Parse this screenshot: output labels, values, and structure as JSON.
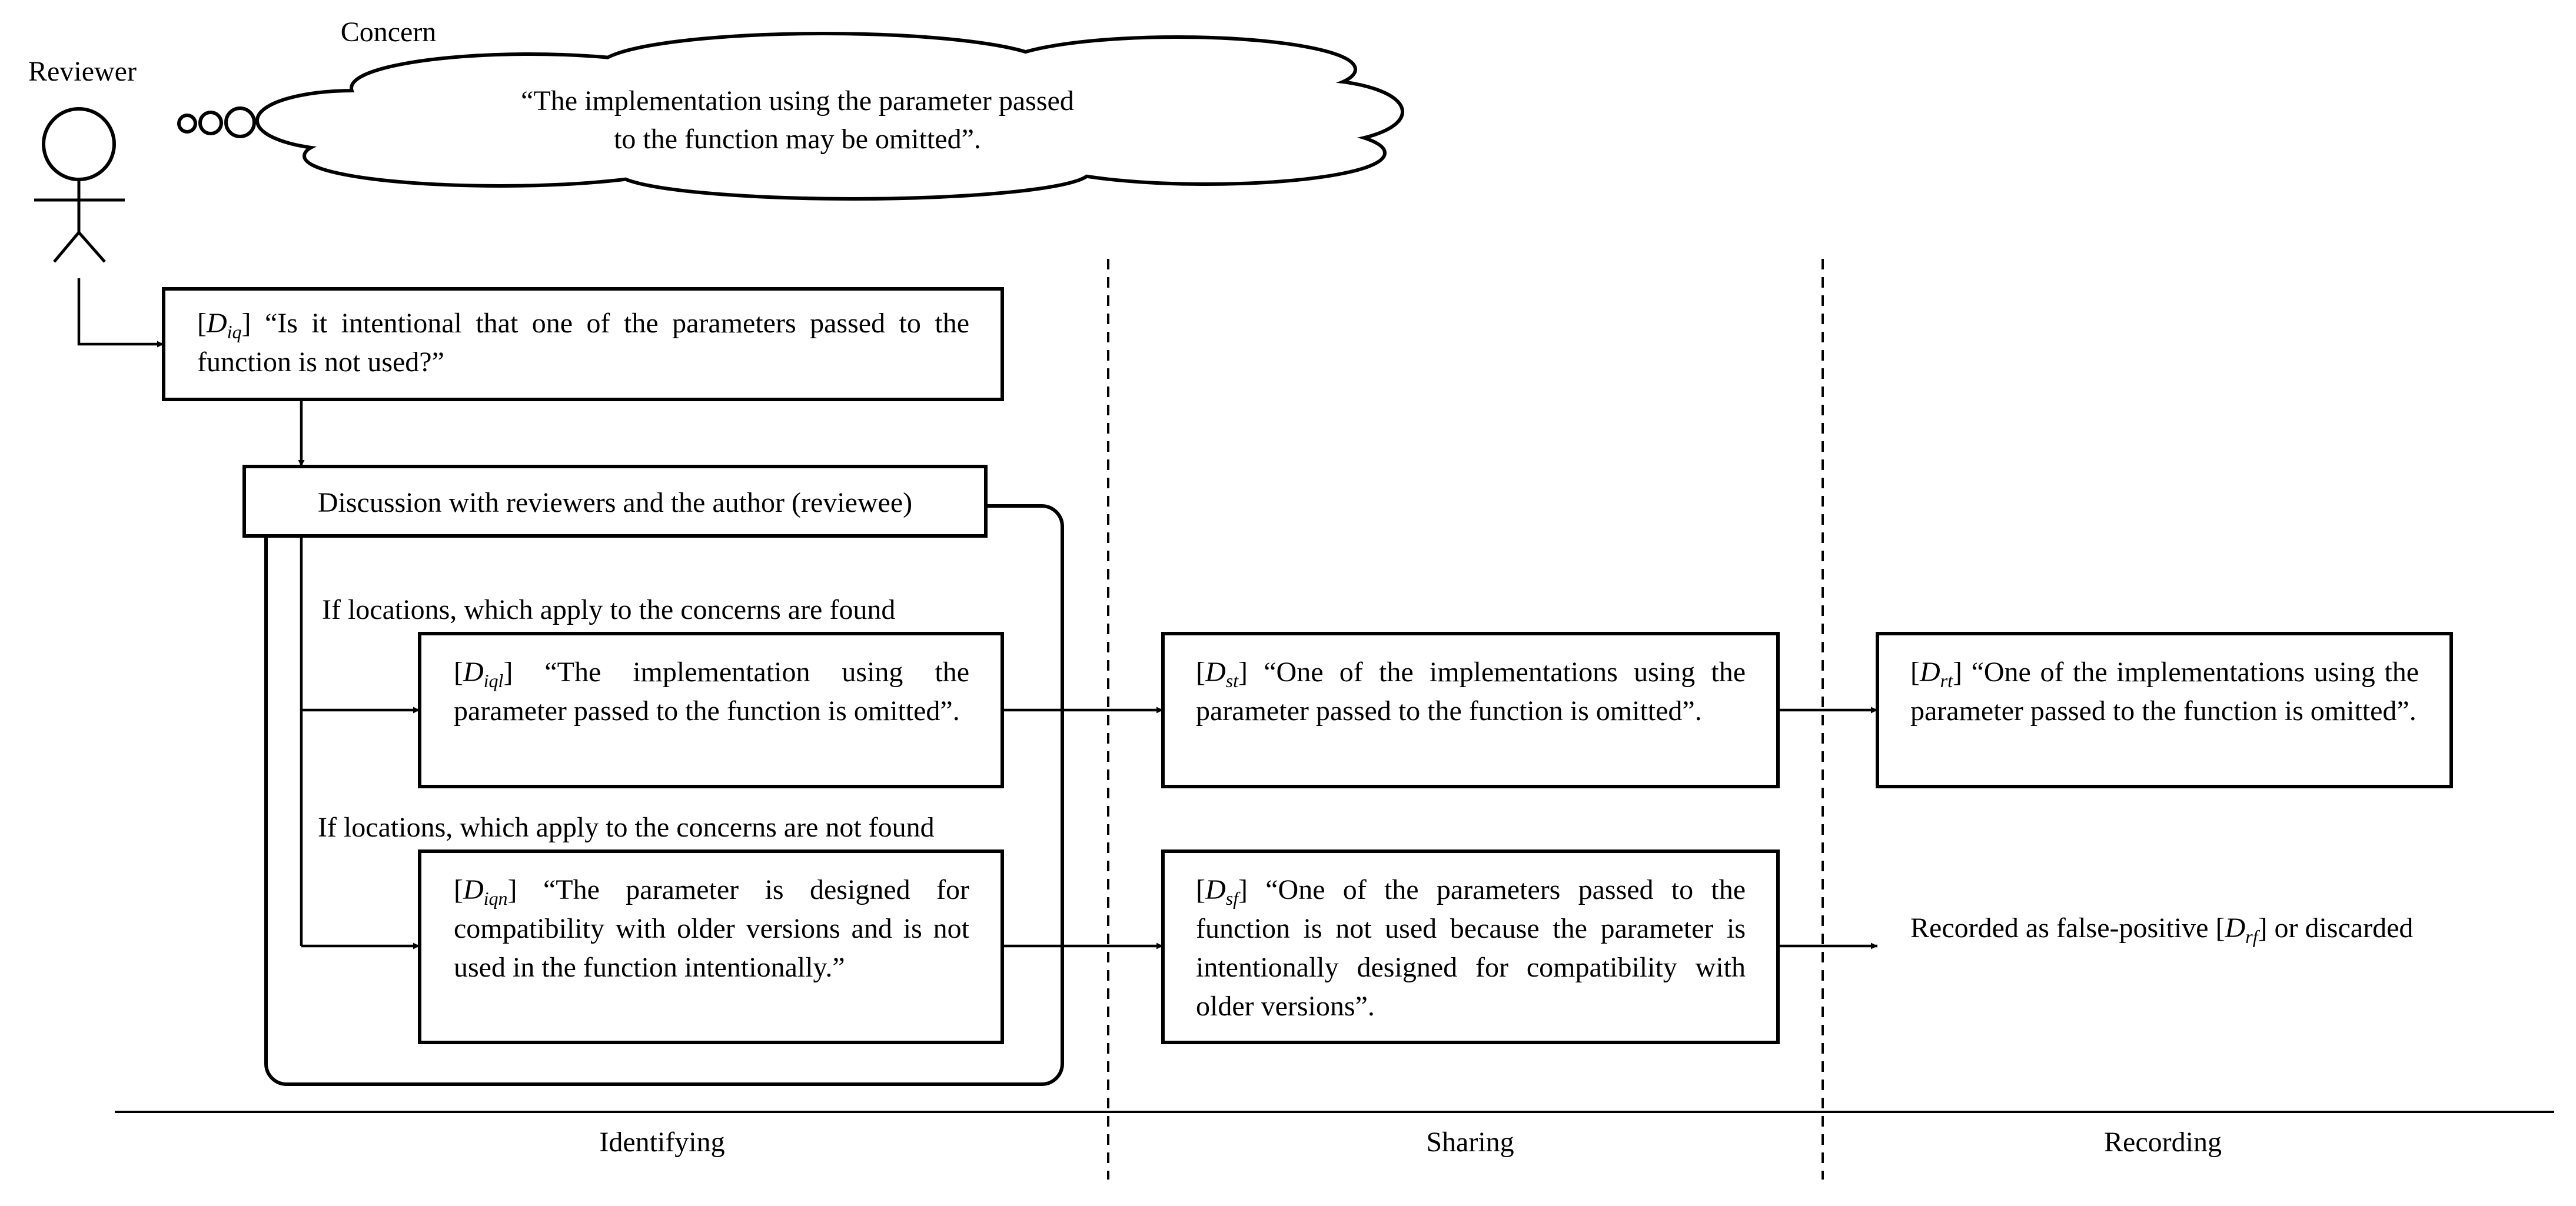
{
  "actor": {
    "label": "Reviewer"
  },
  "concern": {
    "label": "Concern",
    "line1": "“The implementation using the parameter passed",
    "line2": "to the function may be omitted”."
  },
  "question": {
    "ref_main": "D",
    "ref_sub": "iq",
    "text": "“Is it intentional that one of the parameters passed to the function is not used?”"
  },
  "discussion": {
    "label": "Discussion with reviewers and the author (reviewee)"
  },
  "branches": {
    "found_label": "If locations, which apply to the concerns are found",
    "not_found_label": "If locations, which apply to the concerns are not found"
  },
  "identifying": {
    "found": {
      "ref_main": "D",
      "ref_sub": "iql",
      "text": "“The implementation using the parameter passed to the function is omitted”."
    },
    "not_found": {
      "ref_main": "D",
      "ref_sub": "iqn",
      "text": "“The parameter is designed for compatibility with older versions and is not used in the function intentionally.”"
    }
  },
  "sharing": {
    "found": {
      "ref_main": "D",
      "ref_sub": "st",
      "text": "“One of the implementations using the parameter passed to the function is omitted”."
    },
    "not_found": {
      "ref_main": "D",
      "ref_sub": "sf",
      "text": "“One of the parameters passed to the function is not used because the parameter is intentionally designed for compatibility with older versions”."
    }
  },
  "recording": {
    "found": {
      "ref_main": "D",
      "ref_sub": "rt",
      "text": "“One of the implementations using the parameter passed to the function is omitted”."
    },
    "not_found": {
      "prefix": "Recorded as false-positive",
      "ref_main": "D",
      "ref_sub": "rf",
      "suffix": "or discarded"
    }
  },
  "phases": [
    "Identifying",
    "Sharing",
    "Recording"
  ]
}
